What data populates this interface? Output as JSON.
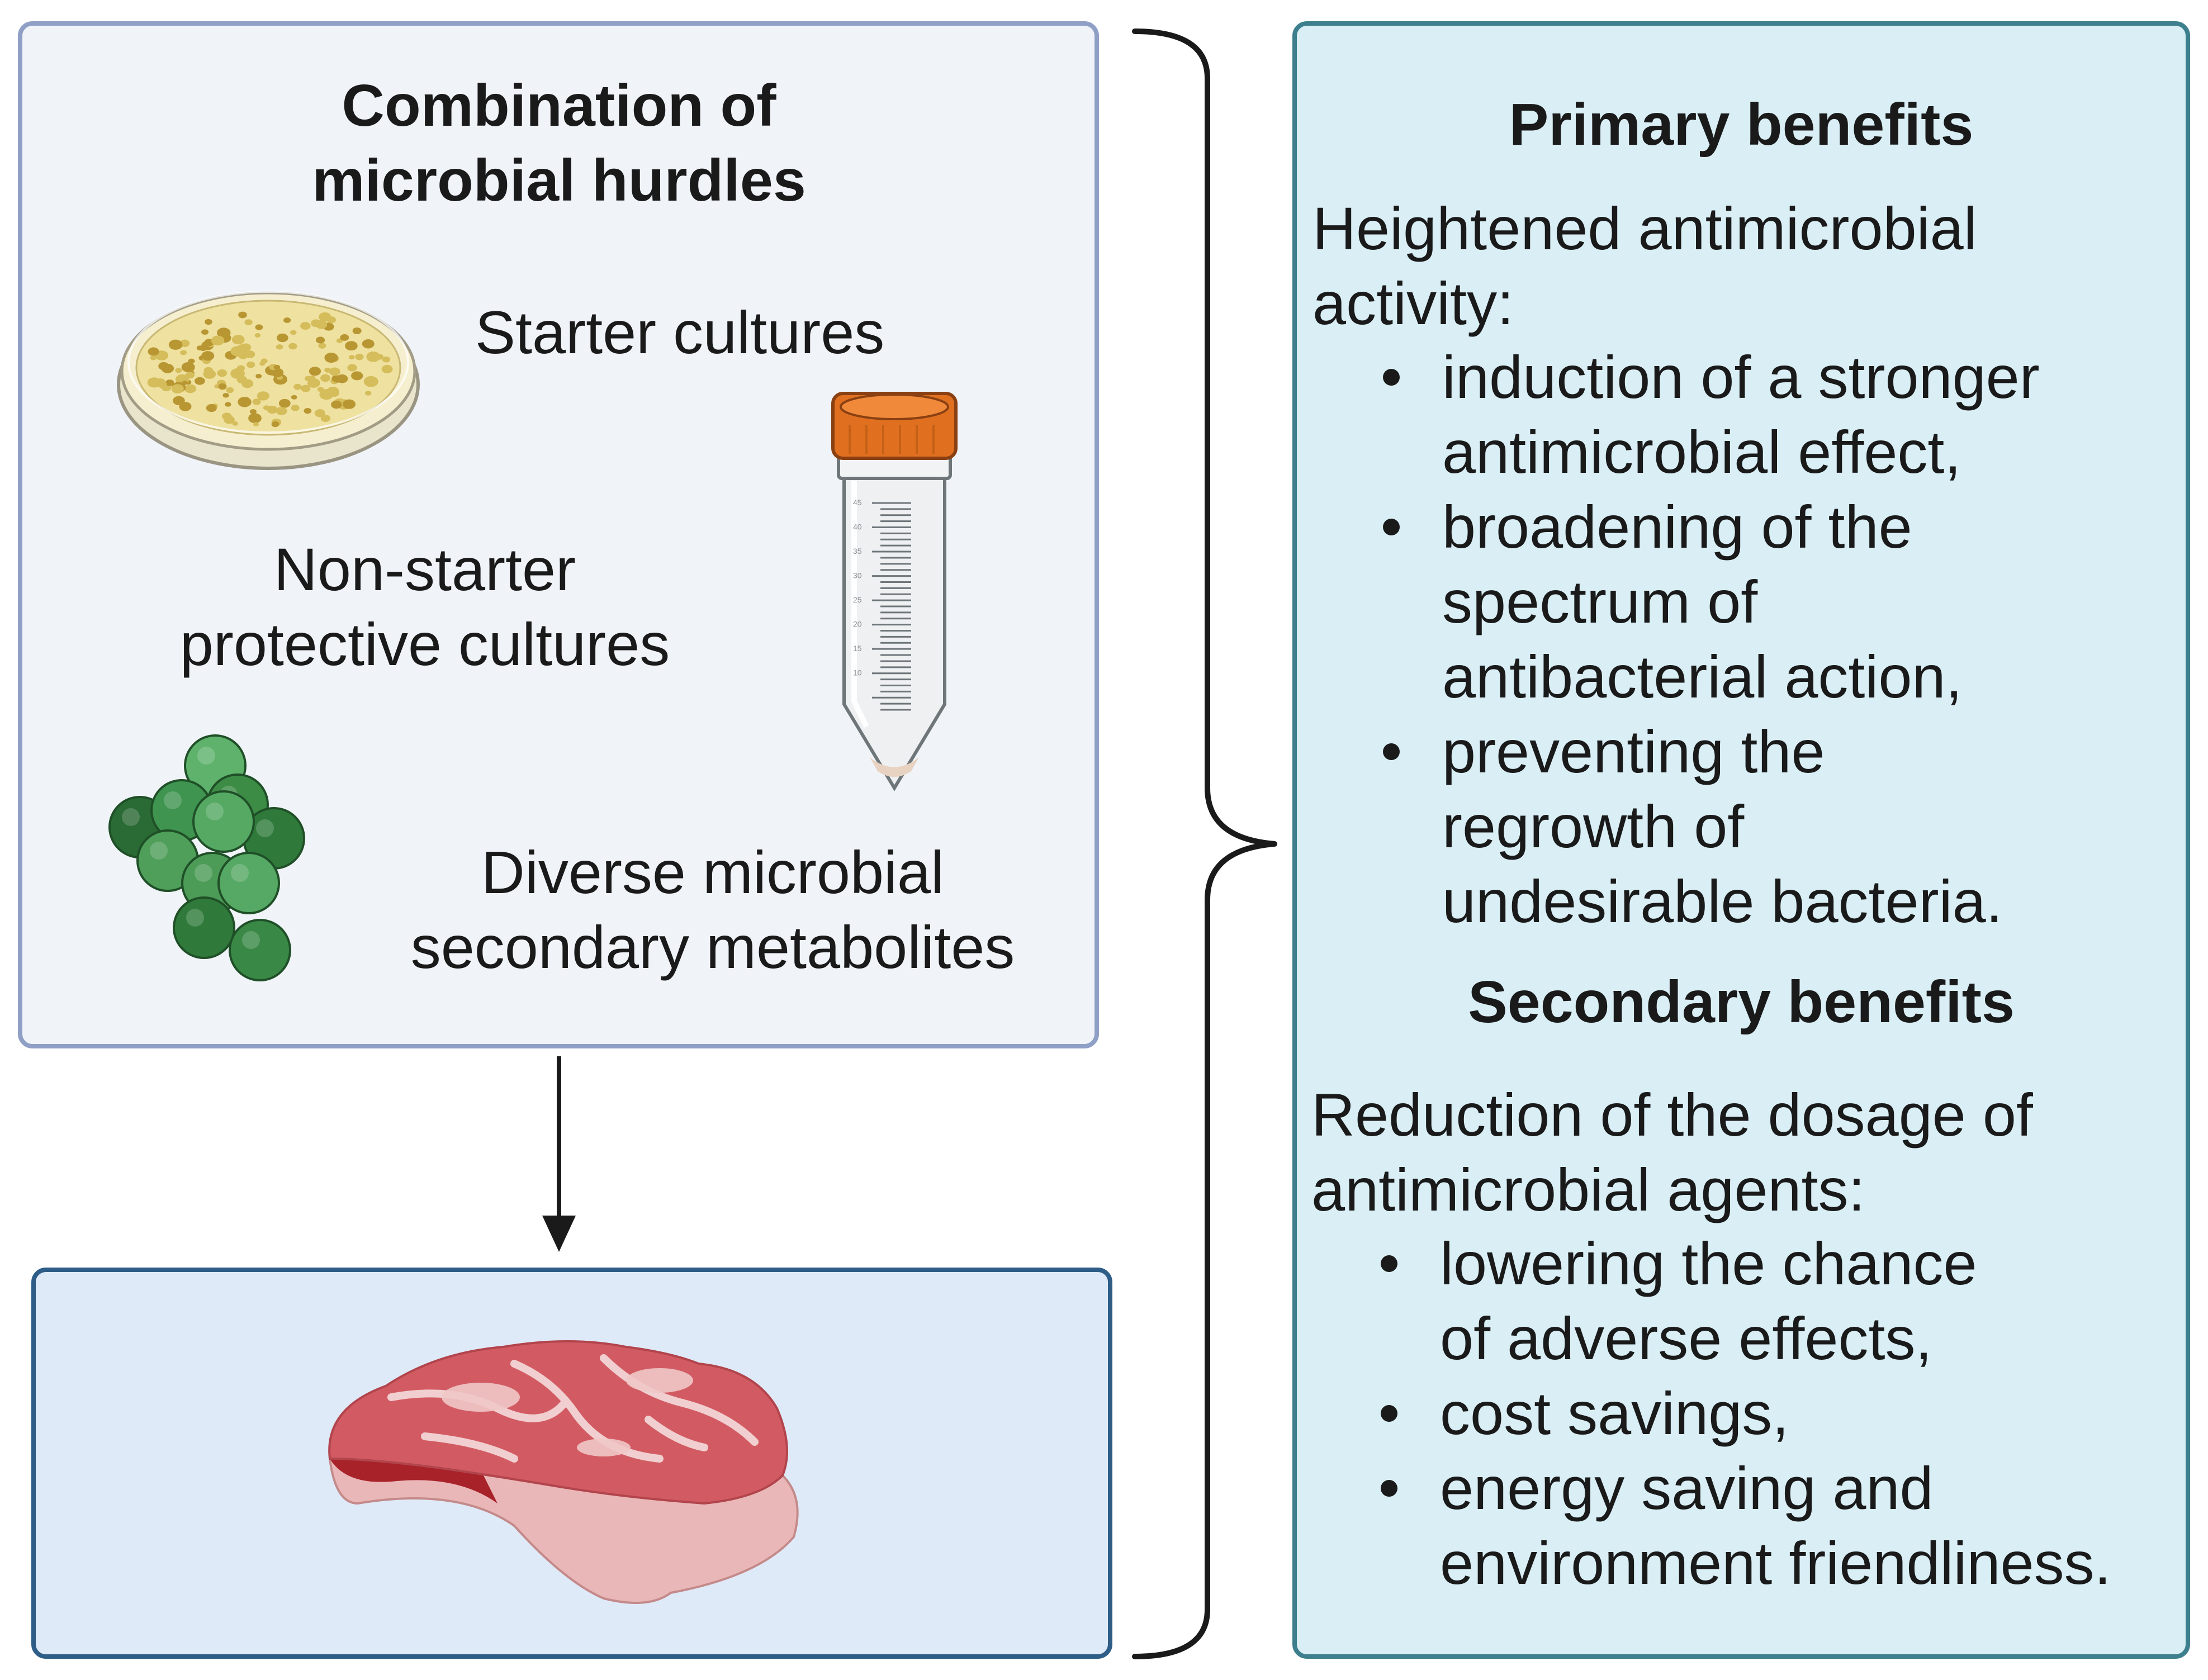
{
  "hurdles": {
    "title": "Combination of\nmicrobial hurdles",
    "starter_label": "Starter cultures",
    "nonstarter_label": "Non-starter\nprotective cultures",
    "metabolites_label": "Diverse microbial\nsecondary metabolites"
  },
  "tube": {
    "graduations": [
      "45",
      "40",
      "35",
      "30",
      "25",
      "20",
      "15",
      "10"
    ]
  },
  "primary": {
    "title": "Primary benefits",
    "intro": "Heightened antimicrobial\nactivity:",
    "items": [
      "induction of a stronger\nantimicrobial effect,",
      "broadening of the\nspectrum of\nantibacterial action,",
      "preventing the\nregrowth of\nundesirable bacteria."
    ]
  },
  "secondary": {
    "title": "Secondary benefits",
    "intro": "Reduction of the dosage of\nantimicrobial agents:",
    "items": [
      "lowering the chance\nof adverse effects,",
      "cost savings,",
      "energy saving and\nenvironment friendliness."
    ]
  },
  "colors": {
    "hurdles_border": "#8f9fc5",
    "hurdles_fill": "#f0f4f9",
    "meat_border": "#2e5d87",
    "meat_fill": "#dfeaf8",
    "benefits_border": "#3d7f8d",
    "benefits_fill": "#d9eef5",
    "tube_cap": "#e07020",
    "cocci_green": "#3f9450"
  }
}
